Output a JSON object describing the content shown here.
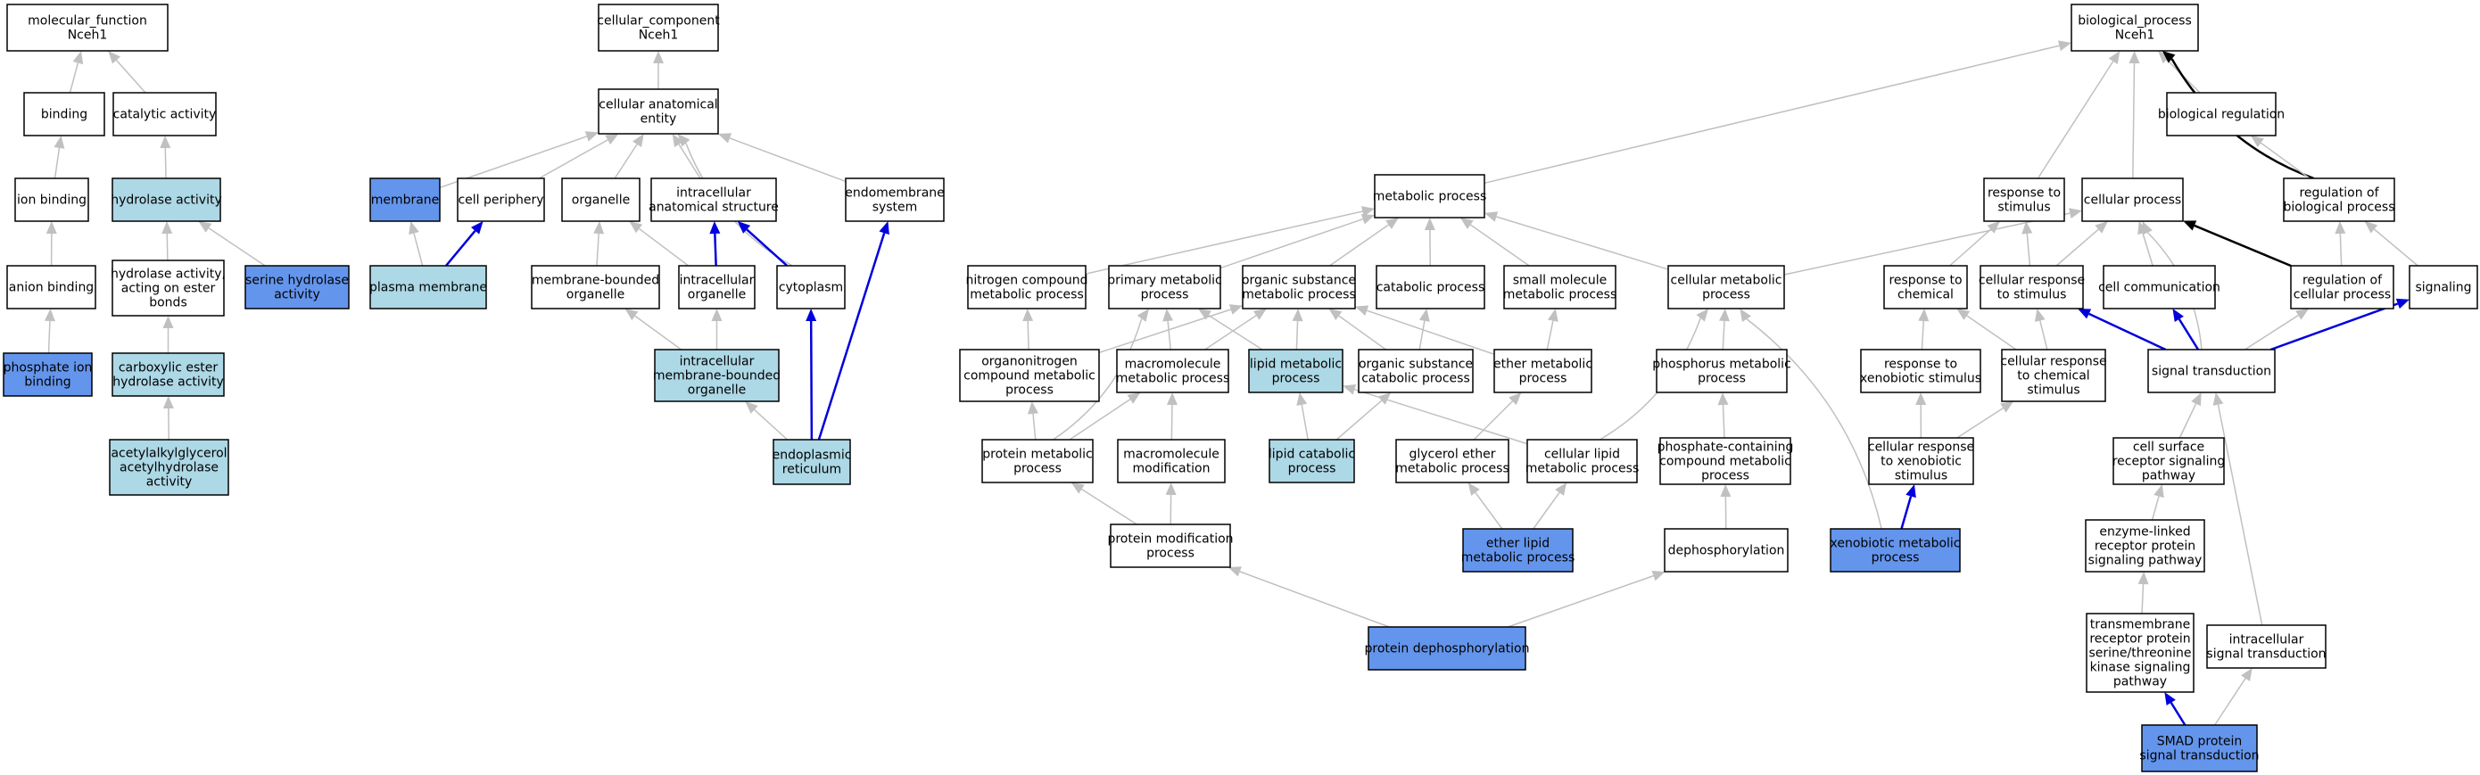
{
  "colors": {
    "white": "#ffffff",
    "light": "#add8e6",
    "strong": "#6495ed",
    "edge_gray": "#c0c0c0",
    "edge_black": "#000000",
    "edge_blue": "#0000dd"
  },
  "nodes": [
    {
      "id": "mf",
      "lines": [
        "molecular_function",
        "Nceh1"
      ],
      "fill": "white"
    },
    {
      "id": "binding",
      "lines": [
        "binding"
      ],
      "fill": "white"
    },
    {
      "id": "catalytic",
      "lines": [
        "catalytic activity"
      ],
      "fill": "white"
    },
    {
      "id": "ionbind",
      "lines": [
        "ion binding"
      ],
      "fill": "white"
    },
    {
      "id": "hydrolase",
      "lines": [
        "hydrolase activity"
      ],
      "fill": "light"
    },
    {
      "id": "anionbind",
      "lines": [
        "anion binding"
      ],
      "fill": "white"
    },
    {
      "id": "hydroester",
      "lines": [
        "hydrolase activity,",
        "acting on ester",
        "bonds"
      ],
      "fill": "white"
    },
    {
      "id": "serinehyd",
      "lines": [
        "serine hydrolase",
        "activity"
      ],
      "fill": "strong"
    },
    {
      "id": "phosion",
      "lines": [
        "phosphate ion",
        "binding"
      ],
      "fill": "strong"
    },
    {
      "id": "carboxyl",
      "lines": [
        "carboxylic ester",
        "hydrolase activity"
      ],
      "fill": "light"
    },
    {
      "id": "acetyl",
      "lines": [
        "acetylalkylglycerol",
        "acetylhydrolase",
        "activity"
      ],
      "fill": "light"
    },
    {
      "id": "cc",
      "lines": [
        "cellular_component",
        "Nceh1"
      ],
      "fill": "white"
    },
    {
      "id": "cae",
      "lines": [
        "cellular anatomical",
        "entity"
      ],
      "fill": "white"
    },
    {
      "id": "membrane",
      "lines": [
        "membrane"
      ],
      "fill": "strong"
    },
    {
      "id": "cellperiph",
      "lines": [
        "cell periphery"
      ],
      "fill": "white"
    },
    {
      "id": "organelle",
      "lines": [
        "organelle"
      ],
      "fill": "white"
    },
    {
      "id": "ias",
      "lines": [
        "intracellular",
        "anatomical structure"
      ],
      "fill": "white"
    },
    {
      "id": "endomem",
      "lines": [
        "endomembrane",
        "system"
      ],
      "fill": "white"
    },
    {
      "id": "plasmamem",
      "lines": [
        "plasma membrane"
      ],
      "fill": "light"
    },
    {
      "id": "mbo",
      "lines": [
        "membrane-bounded",
        "organelle"
      ],
      "fill": "white"
    },
    {
      "id": "icorg",
      "lines": [
        "intracellular",
        "organelle"
      ],
      "fill": "white"
    },
    {
      "id": "cytoplasm",
      "lines": [
        "cytoplasm"
      ],
      "fill": "white"
    },
    {
      "id": "imbo",
      "lines": [
        "intracellular",
        "membrane-bounded",
        "organelle"
      ],
      "fill": "light"
    },
    {
      "id": "er",
      "lines": [
        "endoplasmic",
        "reticulum"
      ],
      "fill": "light"
    },
    {
      "id": "bp",
      "lines": [
        "biological_process",
        "Nceh1"
      ],
      "fill": "white"
    },
    {
      "id": "metab",
      "lines": [
        "metabolic process"
      ],
      "fill": "white"
    },
    {
      "id": "resp",
      "lines": [
        "response to",
        "stimulus"
      ],
      "fill": "white"
    },
    {
      "id": "cellproc",
      "lines": [
        "cellular process"
      ],
      "fill": "white"
    },
    {
      "id": "bioreg",
      "lines": [
        "biological regulation"
      ],
      "fill": "white"
    },
    {
      "id": "regbp",
      "lines": [
        "regulation of",
        "biological process"
      ],
      "fill": "white"
    },
    {
      "id": "nitro",
      "lines": [
        "nitrogen compound",
        "metabolic process"
      ],
      "fill": "white"
    },
    {
      "id": "primary",
      "lines": [
        "primary metabolic",
        "process"
      ],
      "fill": "white"
    },
    {
      "id": "orgsub",
      "lines": [
        "organic substance",
        "metabolic process"
      ],
      "fill": "white"
    },
    {
      "id": "catab",
      "lines": [
        "catabolic process"
      ],
      "fill": "white"
    },
    {
      "id": "smallmol",
      "lines": [
        "small molecule",
        "metabolic process"
      ],
      "fill": "white"
    },
    {
      "id": "cellmetab",
      "lines": [
        "cellular metabolic",
        "process"
      ],
      "fill": "white"
    },
    {
      "id": "respchem",
      "lines": [
        "response to",
        "chemical"
      ],
      "fill": "white"
    },
    {
      "id": "cellresp",
      "lines": [
        "cellular response",
        "to stimulus"
      ],
      "fill": "white"
    },
    {
      "id": "cellcomm",
      "lines": [
        "cell communication"
      ],
      "fill": "white"
    },
    {
      "id": "regcp",
      "lines": [
        "regulation of",
        "cellular process"
      ],
      "fill": "white"
    },
    {
      "id": "signaling",
      "lines": [
        "signaling"
      ],
      "fill": "white"
    },
    {
      "id": "orgnitro",
      "lines": [
        "organonitrogen",
        "compound metabolic",
        "process"
      ],
      "fill": "white"
    },
    {
      "id": "macro",
      "lines": [
        "macromolecule",
        "metabolic process"
      ],
      "fill": "white"
    },
    {
      "id": "lipidmet",
      "lines": [
        "lipid metabolic",
        "process"
      ],
      "fill": "light"
    },
    {
      "id": "orgcat",
      "lines": [
        "organic substance",
        "catabolic process"
      ],
      "fill": "white"
    },
    {
      "id": "ether",
      "lines": [
        "ether metabolic",
        "process"
      ],
      "fill": "white"
    },
    {
      "id": "phosmet",
      "lines": [
        "phosphorus metabolic",
        "process"
      ],
      "fill": "white"
    },
    {
      "id": "respxeno",
      "lines": [
        "response to",
        "xenobiotic stimulus"
      ],
      "fill": "white"
    },
    {
      "id": "cellrespchem",
      "lines": [
        "cellular response",
        "to chemical",
        "stimulus"
      ],
      "fill": "white"
    },
    {
      "id": "sigtrans",
      "lines": [
        "signal transduction"
      ],
      "fill": "white"
    },
    {
      "id": "protmet",
      "lines": [
        "protein metabolic",
        "process"
      ],
      "fill": "white"
    },
    {
      "id": "macromod",
      "lines": [
        "macromolecule",
        "modification"
      ],
      "fill": "white"
    },
    {
      "id": "lipidcat",
      "lines": [
        "lipid catabolic",
        "process"
      ],
      "fill": "light"
    },
    {
      "id": "glycether",
      "lines": [
        "glycerol ether",
        "metabolic process"
      ],
      "fill": "white"
    },
    {
      "id": "celllipid",
      "lines": [
        "cellular lipid",
        "metabolic process"
      ],
      "fill": "white"
    },
    {
      "id": "phoscont",
      "lines": [
        "phosphate-containing",
        "compound metabolic",
        "process"
      ],
      "fill": "white"
    },
    {
      "id": "cellrespxeno",
      "lines": [
        "cellular response",
        "to xenobiotic",
        "stimulus"
      ],
      "fill": "white"
    },
    {
      "id": "cellsurf",
      "lines": [
        "cell surface",
        "receptor signaling",
        "pathway"
      ],
      "fill": "white"
    },
    {
      "id": "protmod",
      "lines": [
        "protein modification",
        "process"
      ],
      "fill": "white"
    },
    {
      "id": "etherlipid",
      "lines": [
        "ether lipid",
        "metabolic process"
      ],
      "fill": "strong"
    },
    {
      "id": "dephos",
      "lines": [
        "dephosphorylation"
      ],
      "fill": "white"
    },
    {
      "id": "xenomet",
      "lines": [
        "xenobiotic metabolic",
        "process"
      ],
      "fill": "strong"
    },
    {
      "id": "enzyme",
      "lines": [
        "enzyme-linked",
        "receptor protein",
        "signaling pathway"
      ],
      "fill": "white"
    },
    {
      "id": "protdephos",
      "lines": [
        "protein dephosphorylation"
      ],
      "fill": "strong"
    },
    {
      "id": "tmrecept",
      "lines": [
        "transmembrane",
        "receptor protein",
        "serine/threonine",
        "kinase signaling",
        "pathway"
      ],
      "fill": "white"
    },
    {
      "id": "icsig",
      "lines": [
        "intracellular",
        "signal transduction"
      ],
      "fill": "white"
    },
    {
      "id": "smad",
      "lines": [
        "SMAD protein",
        "signal transduction"
      ],
      "fill": "strong"
    }
  ],
  "edges": [
    {
      "from": "binding",
      "to": "mf",
      "color": "edge_gray"
    },
    {
      "from": "catalytic",
      "to": "mf",
      "color": "edge_gray"
    },
    {
      "from": "ionbind",
      "to": "binding",
      "color": "edge_gray"
    },
    {
      "from": "hydrolase",
      "to": "catalytic",
      "color": "edge_gray"
    },
    {
      "from": "anionbind",
      "to": "ionbind",
      "color": "edge_gray"
    },
    {
      "from": "hydroester",
      "to": "hydrolase",
      "color": "edge_gray"
    },
    {
      "from": "serinehyd",
      "to": "hydrolase",
      "color": "edge_gray"
    },
    {
      "from": "phosion",
      "to": "anionbind",
      "color": "edge_gray"
    },
    {
      "from": "carboxyl",
      "to": "hydroester",
      "color": "edge_gray"
    },
    {
      "from": "acetyl",
      "to": "carboxyl",
      "color": "edge_gray"
    },
    {
      "from": "cae",
      "to": "cc",
      "color": "edge_gray"
    },
    {
      "from": "membrane",
      "to": "cae",
      "color": "edge_gray"
    },
    {
      "from": "cellperiph",
      "to": "cae",
      "color": "edge_gray"
    },
    {
      "from": "organelle",
      "to": "cae",
      "color": "edge_gray"
    },
    {
      "from": "ias",
      "to": "cae",
      "color": "edge_gray"
    },
    {
      "from": "endomem",
      "to": "cae",
      "color": "edge_gray"
    },
    {
      "from": "cytoplasm",
      "to": "cae",
      "color": "edge_gray",
      "curve": true
    },
    {
      "from": "plasmamem",
      "to": "membrane",
      "color": "edge_gray"
    },
    {
      "from": "plasmamem",
      "to": "cellperiph",
      "color": "edge_blue"
    },
    {
      "from": "mbo",
      "to": "organelle",
      "color": "edge_gray"
    },
    {
      "from": "icorg",
      "to": "organelle",
      "color": "edge_gray"
    },
    {
      "from": "icorg",
      "to": "ias",
      "color": "edge_blue"
    },
    {
      "from": "cytoplasm",
      "to": "ias",
      "color": "edge_blue"
    },
    {
      "from": "imbo",
      "to": "mbo",
      "color": "edge_gray"
    },
    {
      "from": "imbo",
      "to": "icorg",
      "color": "edge_gray"
    },
    {
      "from": "er",
      "to": "imbo",
      "color": "edge_gray"
    },
    {
      "from": "er",
      "to": "cytoplasm",
      "color": "edge_blue"
    },
    {
      "from": "er",
      "to": "endomem",
      "color": "edge_blue"
    },
    {
      "from": "metab",
      "to": "bp",
      "color": "edge_gray"
    },
    {
      "from": "resp",
      "to": "bp",
      "color": "edge_gray"
    },
    {
      "from": "cellproc",
      "to": "bp",
      "color": "edge_gray"
    },
    {
      "from": "bioreg",
      "to": "bp",
      "color": "edge_gray"
    },
    {
      "from": "regbp",
      "to": "bp",
      "color": "edge_black",
      "curve": true
    },
    {
      "from": "regbp",
      "to": "bioreg",
      "color": "edge_gray"
    },
    {
      "from": "nitro",
      "to": "metab",
      "color": "edge_gray"
    },
    {
      "from": "primary",
      "to": "metab",
      "color": "edge_gray"
    },
    {
      "from": "orgsub",
      "to": "metab",
      "color": "edge_gray"
    },
    {
      "from": "catab",
      "to": "metab",
      "color": "edge_gray"
    },
    {
      "from": "smallmol",
      "to": "metab",
      "color": "edge_gray"
    },
    {
      "from": "cellmetab",
      "to": "metab",
      "color": "edge_gray"
    },
    {
      "from": "cellmetab",
      "to": "cellproc",
      "color": "edge_gray"
    },
    {
      "from": "respchem",
      "to": "resp",
      "color": "edge_gray"
    },
    {
      "from": "cellresp",
      "to": "resp",
      "color": "edge_gray"
    },
    {
      "from": "cellresp",
      "to": "cellproc",
      "color": "edge_gray"
    },
    {
      "from": "cellcomm",
      "to": "cellproc",
      "color": "edge_gray"
    },
    {
      "from": "regcp",
      "to": "cellproc",
      "color": "edge_black"
    },
    {
      "from": "regcp",
      "to": "regbp",
      "color": "edge_gray"
    },
    {
      "from": "signaling",
      "to": "regbp",
      "color": "edge_gray"
    },
    {
      "from": "orgnitro",
      "to": "nitro",
      "color": "edge_gray"
    },
    {
      "from": "orgnitro",
      "to": "orgsub",
      "color": "edge_gray"
    },
    {
      "from": "macro",
      "to": "primary",
      "color": "edge_gray"
    },
    {
      "from": "macro",
      "to": "orgsub",
      "color": "edge_gray"
    },
    {
      "from": "lipidmet",
      "to": "primary",
      "color": "edge_gray"
    },
    {
      "from": "lipidmet",
      "to": "orgsub",
      "color": "edge_gray"
    },
    {
      "from": "orgcat",
      "to": "orgsub",
      "color": "edge_gray"
    },
    {
      "from": "orgcat",
      "to": "catab",
      "color": "edge_gray"
    },
    {
      "from": "ether",
      "to": "orgsub",
      "color": "edge_gray"
    },
    {
      "from": "ether",
      "to": "smallmol",
      "color": "edge_gray"
    },
    {
      "from": "phosmet",
      "to": "cellmetab",
      "color": "edge_gray"
    },
    {
      "from": "respxeno",
      "to": "respchem",
      "color": "edge_gray"
    },
    {
      "from": "cellrespchem",
      "to": "respchem",
      "color": "edge_gray"
    },
    {
      "from": "cellrespchem",
      "to": "cellresp",
      "color": "edge_gray"
    },
    {
      "from": "sigtrans",
      "to": "cellresp",
      "color": "edge_blue"
    },
    {
      "from": "sigtrans",
      "to": "cellcomm",
      "color": "edge_blue"
    },
    {
      "from": "sigtrans",
      "to": "regcp",
      "color": "edge_gray"
    },
    {
      "from": "sigtrans",
      "to": "signaling",
      "color": "edge_blue"
    },
    {
      "from": "sigtrans",
      "to": "cellproc",
      "color": "edge_gray",
      "curve": true
    },
    {
      "from": "protmet",
      "to": "primary",
      "color": "edge_gray",
      "curve": true
    },
    {
      "from": "protmet",
      "to": "orgnitro",
      "color": "edge_gray"
    },
    {
      "from": "protmet",
      "to": "macro",
      "color": "edge_gray"
    },
    {
      "from": "macromod",
      "to": "macro",
      "color": "edge_gray"
    },
    {
      "from": "lipidcat",
      "to": "lipidmet",
      "color": "edge_gray"
    },
    {
      "from": "lipidcat",
      "to": "orgcat",
      "color": "edge_gray"
    },
    {
      "from": "glycether",
      "to": "ether",
      "color": "edge_gray"
    },
    {
      "from": "celllipid",
      "to": "lipidmet",
      "color": "edge_gray"
    },
    {
      "from": "celllipid",
      "to": "cellmetab",
      "color": "edge_gray",
      "curve": true
    },
    {
      "from": "phoscont",
      "to": "phosmet",
      "color": "edge_gray"
    },
    {
      "from": "cellrespxeno",
      "to": "respxeno",
      "color": "edge_gray"
    },
    {
      "from": "cellrespxeno",
      "to": "cellrespchem",
      "color": "edge_gray"
    },
    {
      "from": "cellsurf",
      "to": "sigtrans",
      "color": "edge_gray"
    },
    {
      "from": "protmod",
      "to": "protmet",
      "color": "edge_gray"
    },
    {
      "from": "protmod",
      "to": "macromod",
      "color": "edge_gray"
    },
    {
      "from": "etherlipid",
      "to": "glycether",
      "color": "edge_gray"
    },
    {
      "from": "etherlipid",
      "to": "celllipid",
      "color": "edge_gray"
    },
    {
      "from": "dephos",
      "to": "phoscont",
      "color": "edge_gray"
    },
    {
      "from": "xenomet",
      "to": "cellrespxeno",
      "color": "edge_blue"
    },
    {
      "from": "xenomet",
      "to": "cellmetab",
      "color": "edge_gray",
      "curve": true
    },
    {
      "from": "enzyme",
      "to": "cellsurf",
      "color": "edge_gray"
    },
    {
      "from": "protdephos",
      "to": "protmod",
      "color": "edge_gray"
    },
    {
      "from": "protdephos",
      "to": "dephos",
      "color": "edge_gray"
    },
    {
      "from": "tmrecept",
      "to": "enzyme",
      "color": "edge_gray"
    },
    {
      "from": "icsig",
      "to": "sigtrans",
      "color": "edge_gray"
    },
    {
      "from": "smad",
      "to": "tmrecept",
      "color": "edge_blue"
    },
    {
      "from": "smad",
      "to": "icsig",
      "color": "edge_gray"
    }
  ]
}
